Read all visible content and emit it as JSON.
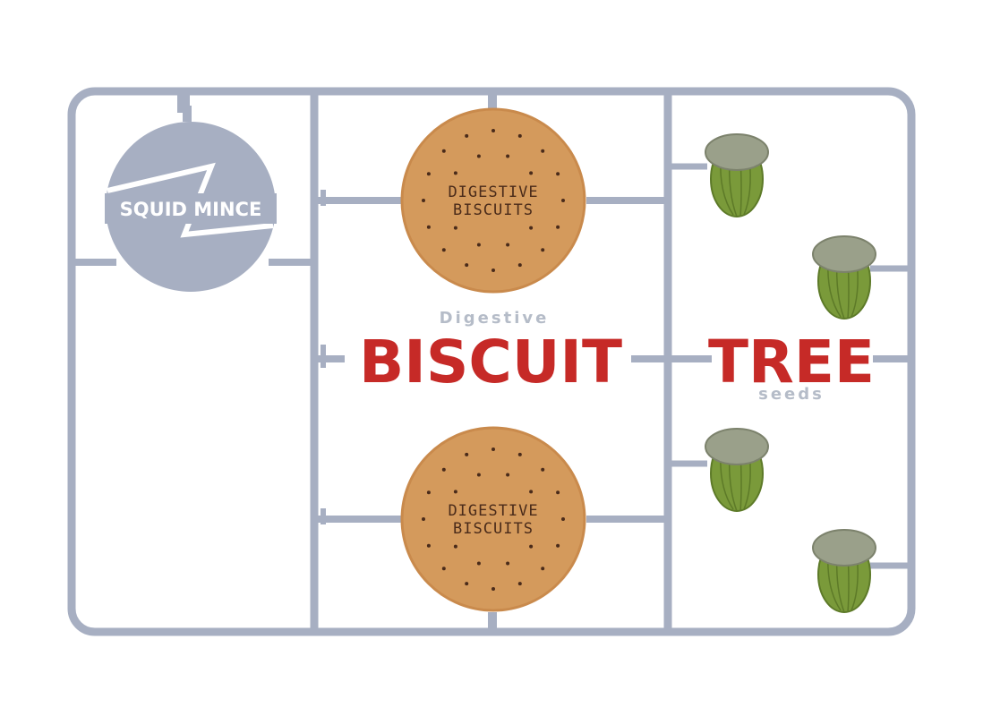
{
  "colors": {
    "sprue": "#a7afc2",
    "sprue_dark": "#8f97aa",
    "background": "#ffffff",
    "title_red": "#c62a27",
    "subtitle_grey": "#b5bcc8",
    "biscuit": "#d49a5c",
    "biscuit_dark": "#b57a42",
    "acorn_body": "#7a9a3a",
    "acorn_cap": "#9aa08a"
  },
  "brand": {
    "name": "SQUID MINCE"
  },
  "biscuits": [
    {
      "line1": "DIGESTIVE",
      "line2": "BISCUITS"
    },
    {
      "line1": "DIGESTIVE",
      "line2": "BISCUITS"
    }
  ],
  "title": {
    "top_small": "Digestive",
    "word1": "BISCUIT",
    "word2": "TREE",
    "bottom_small": "seeds"
  },
  "icons": {
    "acorn": "acorn-icon",
    "logo": "squid-mince-logo"
  }
}
